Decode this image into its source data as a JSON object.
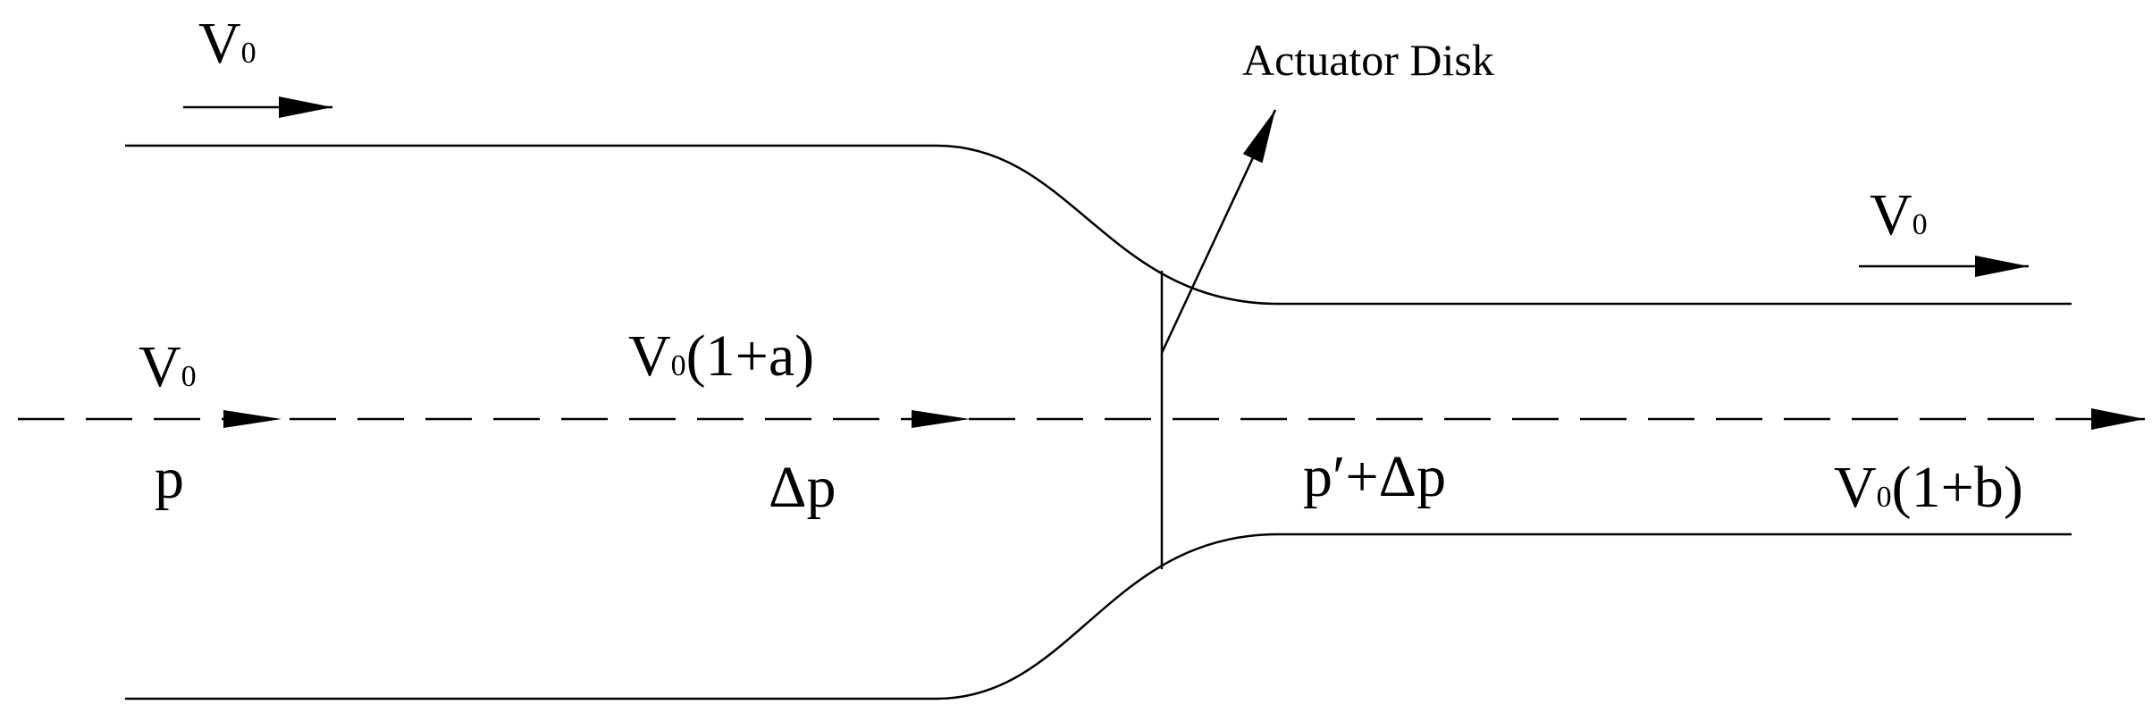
{
  "diagram": {
    "annotation": "Actuator Disk",
    "labels": {
      "v0_upstream_top": {
        "base": "V",
        "sub": "0",
        "rest": ""
      },
      "v0_downstream_top": {
        "base": "V",
        "sub": "0",
        "rest": ""
      },
      "v0_axis_inlet": {
        "base": "V",
        "sub": "0",
        "rest": ""
      },
      "velocity_at_disk": {
        "base": "V",
        "sub": "0",
        "rest": "(1+a)"
      },
      "velocity_far_wake": {
        "base": "V",
        "sub": "0",
        "rest": "(1+b)"
      },
      "pressure_inlet": "p",
      "pressure_before_disk": "Δp",
      "pressure_after_disk": "p′+Δp"
    }
  }
}
